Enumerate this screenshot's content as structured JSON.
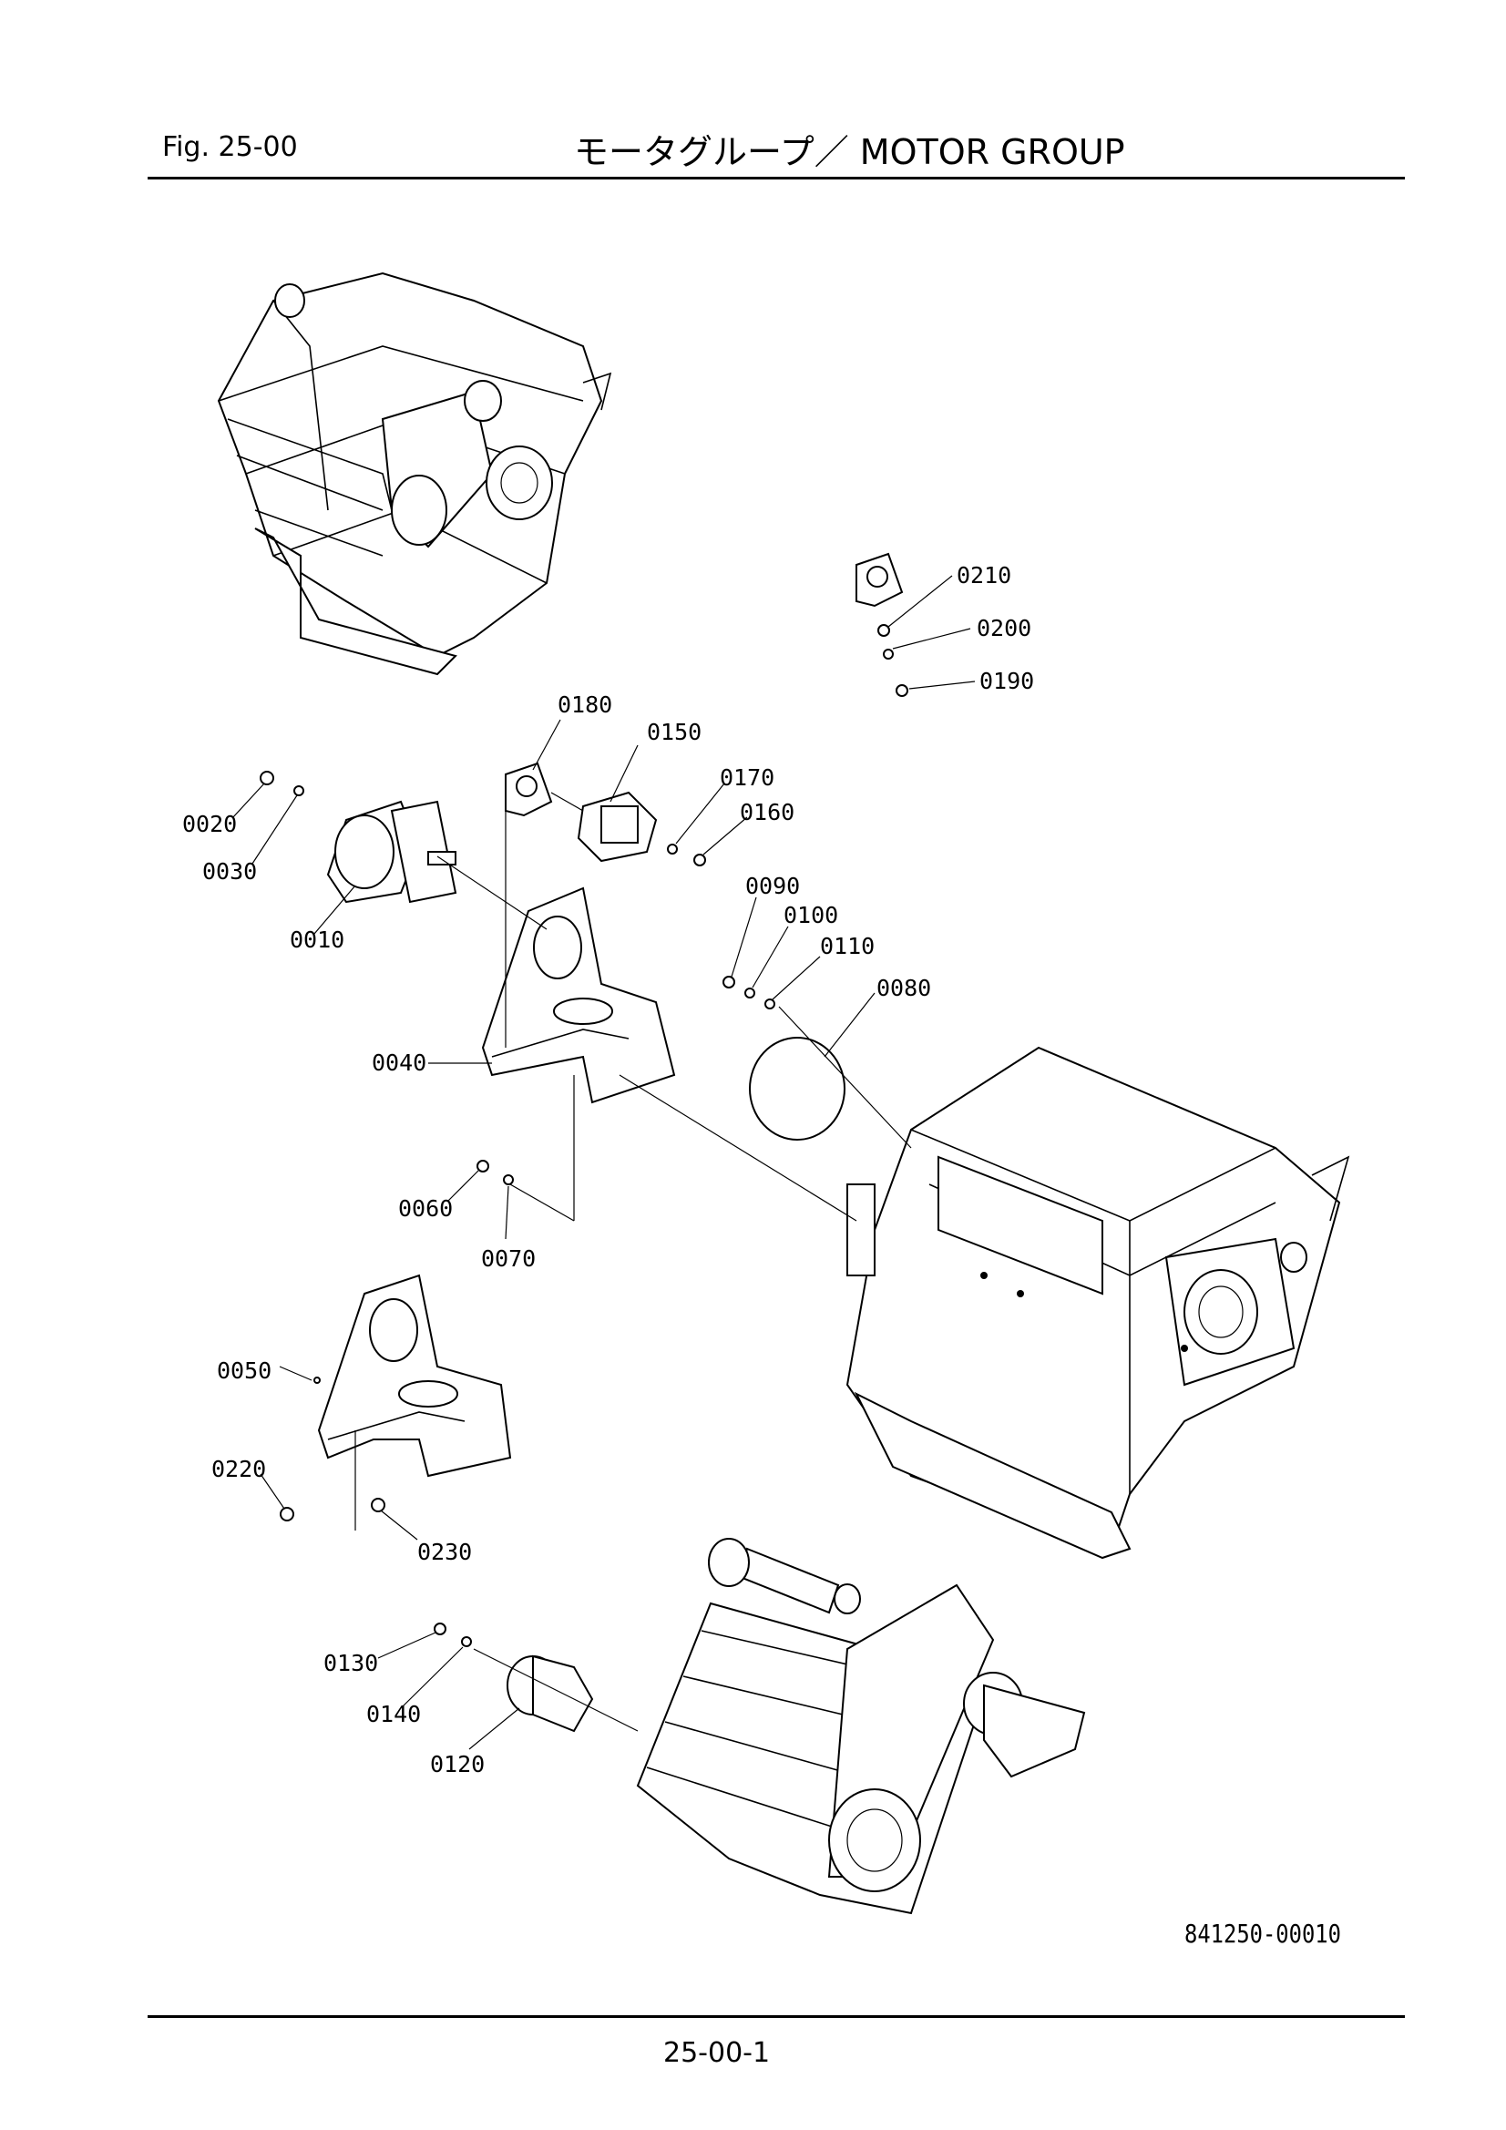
{
  "header": {
    "fig_label": "Fig.  25-00",
    "title": "モータグループ／ MOTOR GROUP"
  },
  "footer": {
    "drawing_number": "841250-00010",
    "page_number": "25-00-1"
  },
  "parts": {
    "p0010": "0010",
    "p0020": "0020",
    "p0030": "0030",
    "p0040": "0040",
    "p0050": "0050",
    "p0060": "0060",
    "p0070": "0070",
    "p0080": "0080",
    "p0090": "0090",
    "p0100": "0100",
    "p0110": "0110",
    "p0120": "0120",
    "p0130": "0130",
    "p0140": "0140",
    "p0150": "0150",
    "p0160": "0160",
    "p0170": "0170",
    "p0180": "0180",
    "p0190": "0190",
    "p0200": "0200",
    "p0210": "0210",
    "p0220": "0220",
    "p0230": "0230"
  }
}
